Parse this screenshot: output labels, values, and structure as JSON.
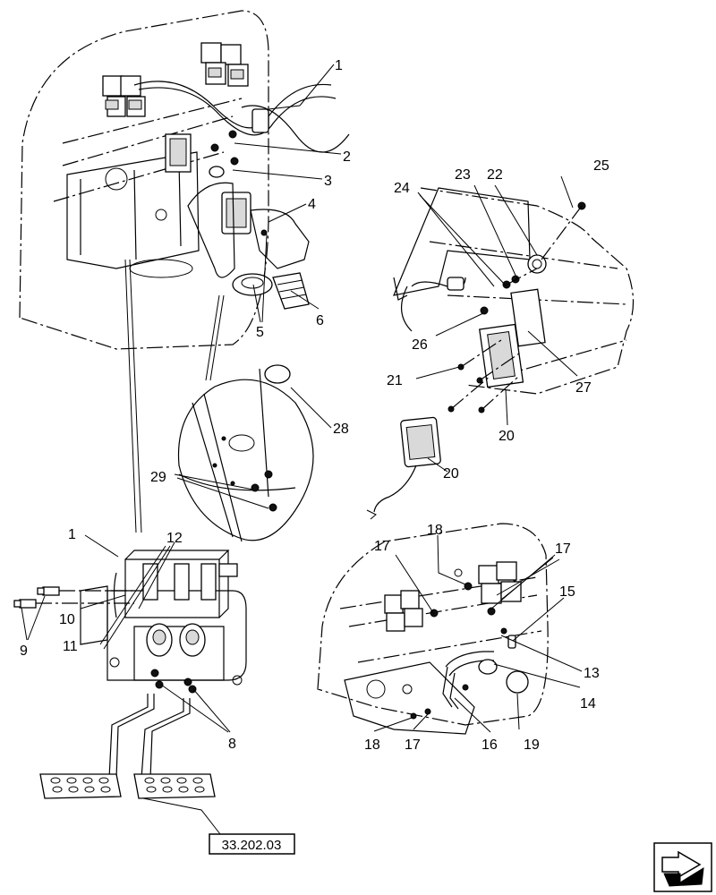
{
  "callouts": [
    "1",
    "2",
    "3",
    "4",
    "5",
    "6",
    "21",
    "22",
    "23",
    "24",
    "25",
    "26",
    "27",
    "20",
    "28",
    "29",
    "20",
    "1",
    "12",
    "10",
    "11",
    "9",
    "8",
    "17",
    "18",
    "17",
    "15",
    "13",
    "14",
    "18",
    "17",
    "16",
    "19"
  ],
  "reference_box": "33.202.03"
}
